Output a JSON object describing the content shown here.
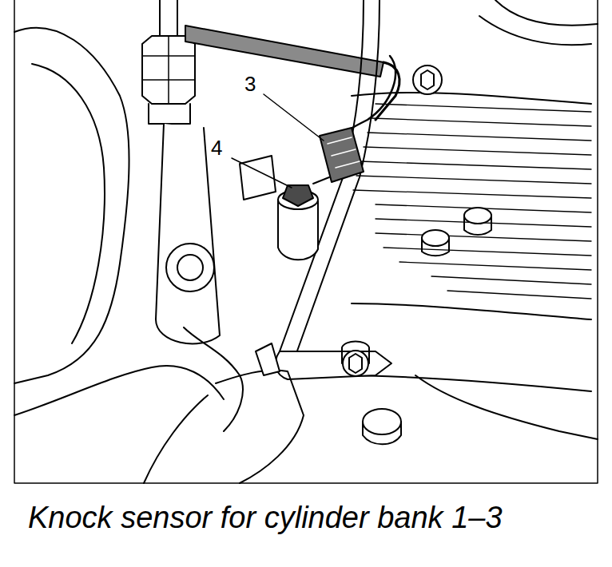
{
  "diagram": {
    "caption": "Knock sensor for cylinder bank 1–3",
    "labels": [
      "3",
      "4"
    ]
  }
}
